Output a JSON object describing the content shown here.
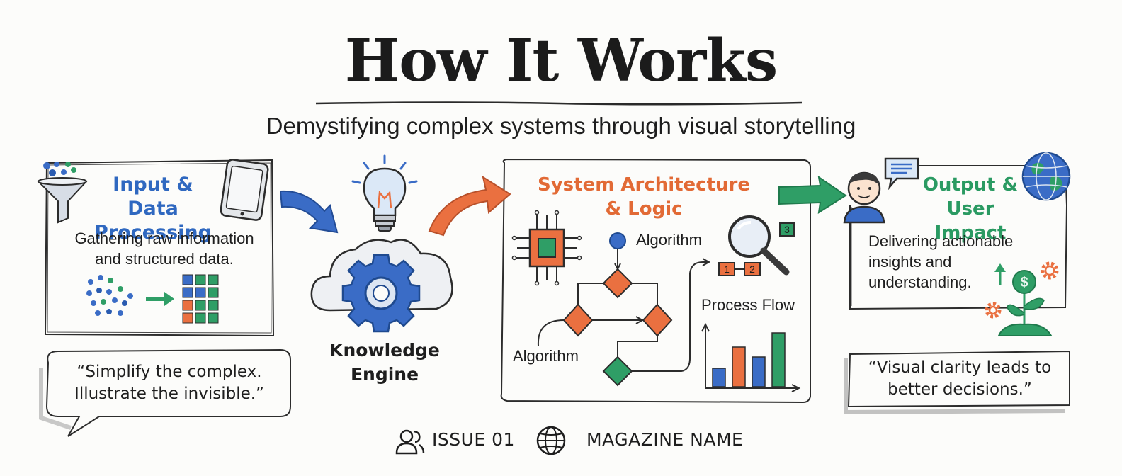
{
  "header": {
    "title": "How It Works",
    "subtitle": "Demystifying complex systems through visual storytelling"
  },
  "input_panel": {
    "heading_line1": "Input & Data",
    "heading_line2": "Processing",
    "description_line1": "Gathering raw information",
    "description_line2": "and structured data."
  },
  "left_quote": {
    "line1": "“Simplify the complex.",
    "line2": "Illustrate the invisible.”"
  },
  "engine": {
    "label_line1": "Knowledge",
    "label_line2": "Engine"
  },
  "architecture_panel": {
    "heading_line1": "System Architecture",
    "heading_line2": "& Logic",
    "label_algorithm_top": "Algorithm",
    "label_algorithm_bottom": "Algorithm",
    "label_process_flow": "Process Flow",
    "step_badges": [
      "1",
      "2",
      "3"
    ]
  },
  "output_panel": {
    "heading_line1": "Output &",
    "heading_line2": "User Impact",
    "description_line1": "Delivering actionable",
    "description_line2": "insights and",
    "description_line3": "understanding."
  },
  "right_quote": {
    "line1": "“Visual clarity leads to",
    "line2": "better decisions.”"
  },
  "footer": {
    "issue": "ISSUE 01",
    "magazine": "MAGAZINE NAME"
  },
  "colors": {
    "blue": "#3a6cc6",
    "orange": "#ea7040",
    "green": "#2f9e66",
    "ink": "#1e1e1e"
  },
  "icons": [
    "funnel-icon",
    "tablet-icon",
    "lightbulb-icon",
    "cloud-gear-icon",
    "chip-icon",
    "magnifier-icon",
    "user-icon",
    "chat-bubble-icon",
    "globe-icon",
    "plant-coin-icon",
    "users-icon"
  ]
}
